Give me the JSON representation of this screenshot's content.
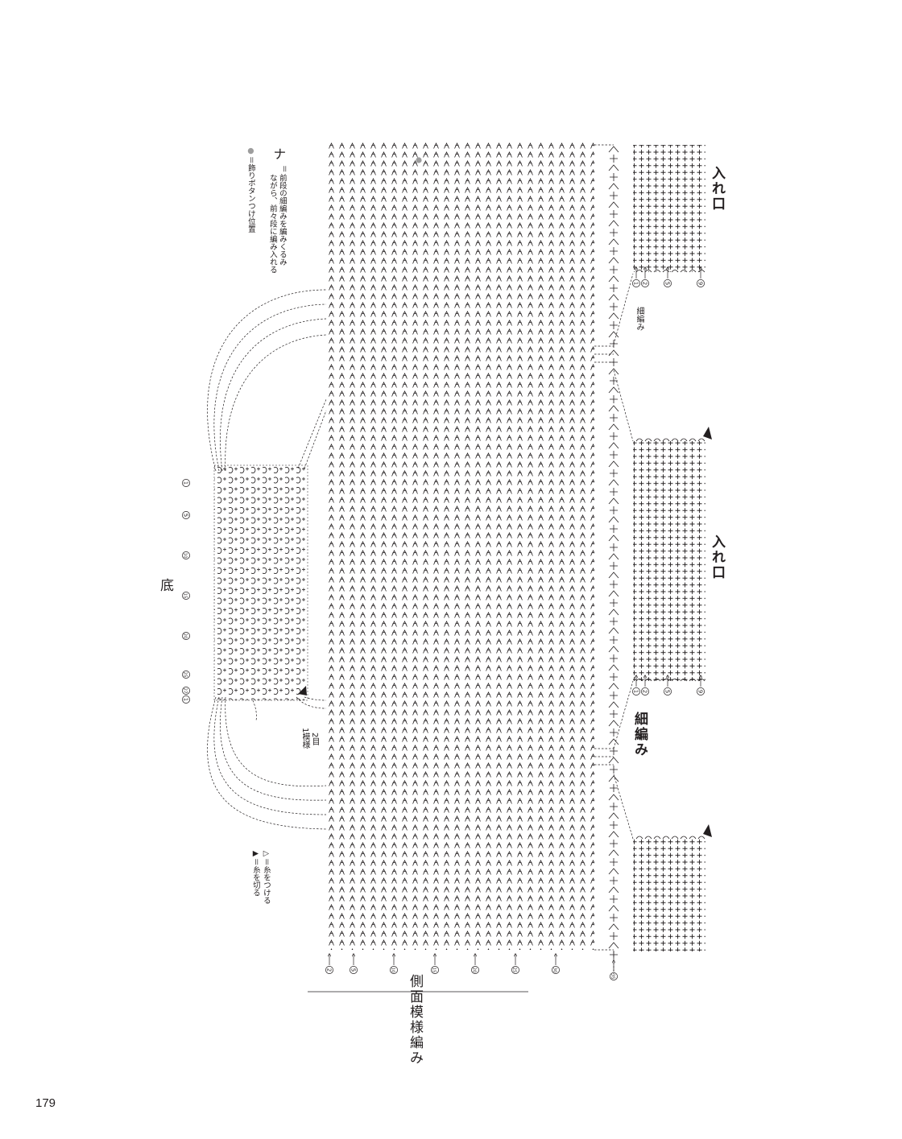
{
  "page_number": "179",
  "labels": {
    "opening": "入れ口",
    "sc": "細編み",
    "sc_small": "細編み",
    "bottom": "底",
    "side_pattern": "側面模様編み",
    "two_sts": "2目",
    "one_pattern": "1模様"
  },
  "legend": {
    "symbol_desc_line1": "前段の細編みを編みくるみ",
    "symbol_desc_line2": "ながら、前々段に編み入れる",
    "attach_symbol": "▷",
    "attach_text": "＝糸をつける",
    "cut_symbol": "▶",
    "cut_text": "＝糸を切る",
    "dot_symbol": "●",
    "dot_text": "＝飾りボタンつけ位置"
  },
  "row_numbers": {
    "side": [
      "2",
      "5",
      "10",
      "15",
      "20",
      "25",
      "30",
      "35"
    ],
    "bottom": [
      "1",
      "5",
      "10",
      "15",
      "20",
      "25",
      "27",
      "1"
    ],
    "opening": [
      "1",
      "2",
      "5",
      "9"
    ]
  },
  "colors": {
    "ink": "#231f20",
    "dot": "#9d9d9d"
  }
}
